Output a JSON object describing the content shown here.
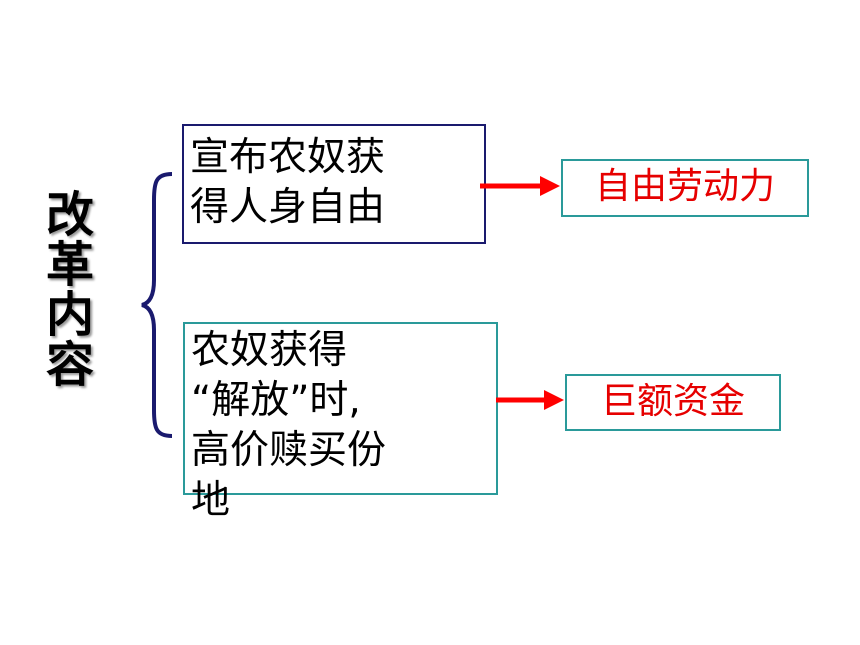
{
  "title_chars": [
    "改",
    "革",
    "内",
    "容"
  ],
  "box1": {
    "lines": [
      "宣布农奴获",
      "得人身自由"
    ]
  },
  "box2": {
    "lines": [
      "农奴获得",
      "“解放”时,",
      "高价赎买份",
      "地"
    ]
  },
  "result1": "自由劳动力",
  "result2": "巨额资金",
  "colors": {
    "arrow": "#ff0000",
    "result_text": "#e60000",
    "box1_border": "#1a1a6e",
    "box2_border": "#2a9a9a",
    "brace": "#1a1a6e"
  }
}
